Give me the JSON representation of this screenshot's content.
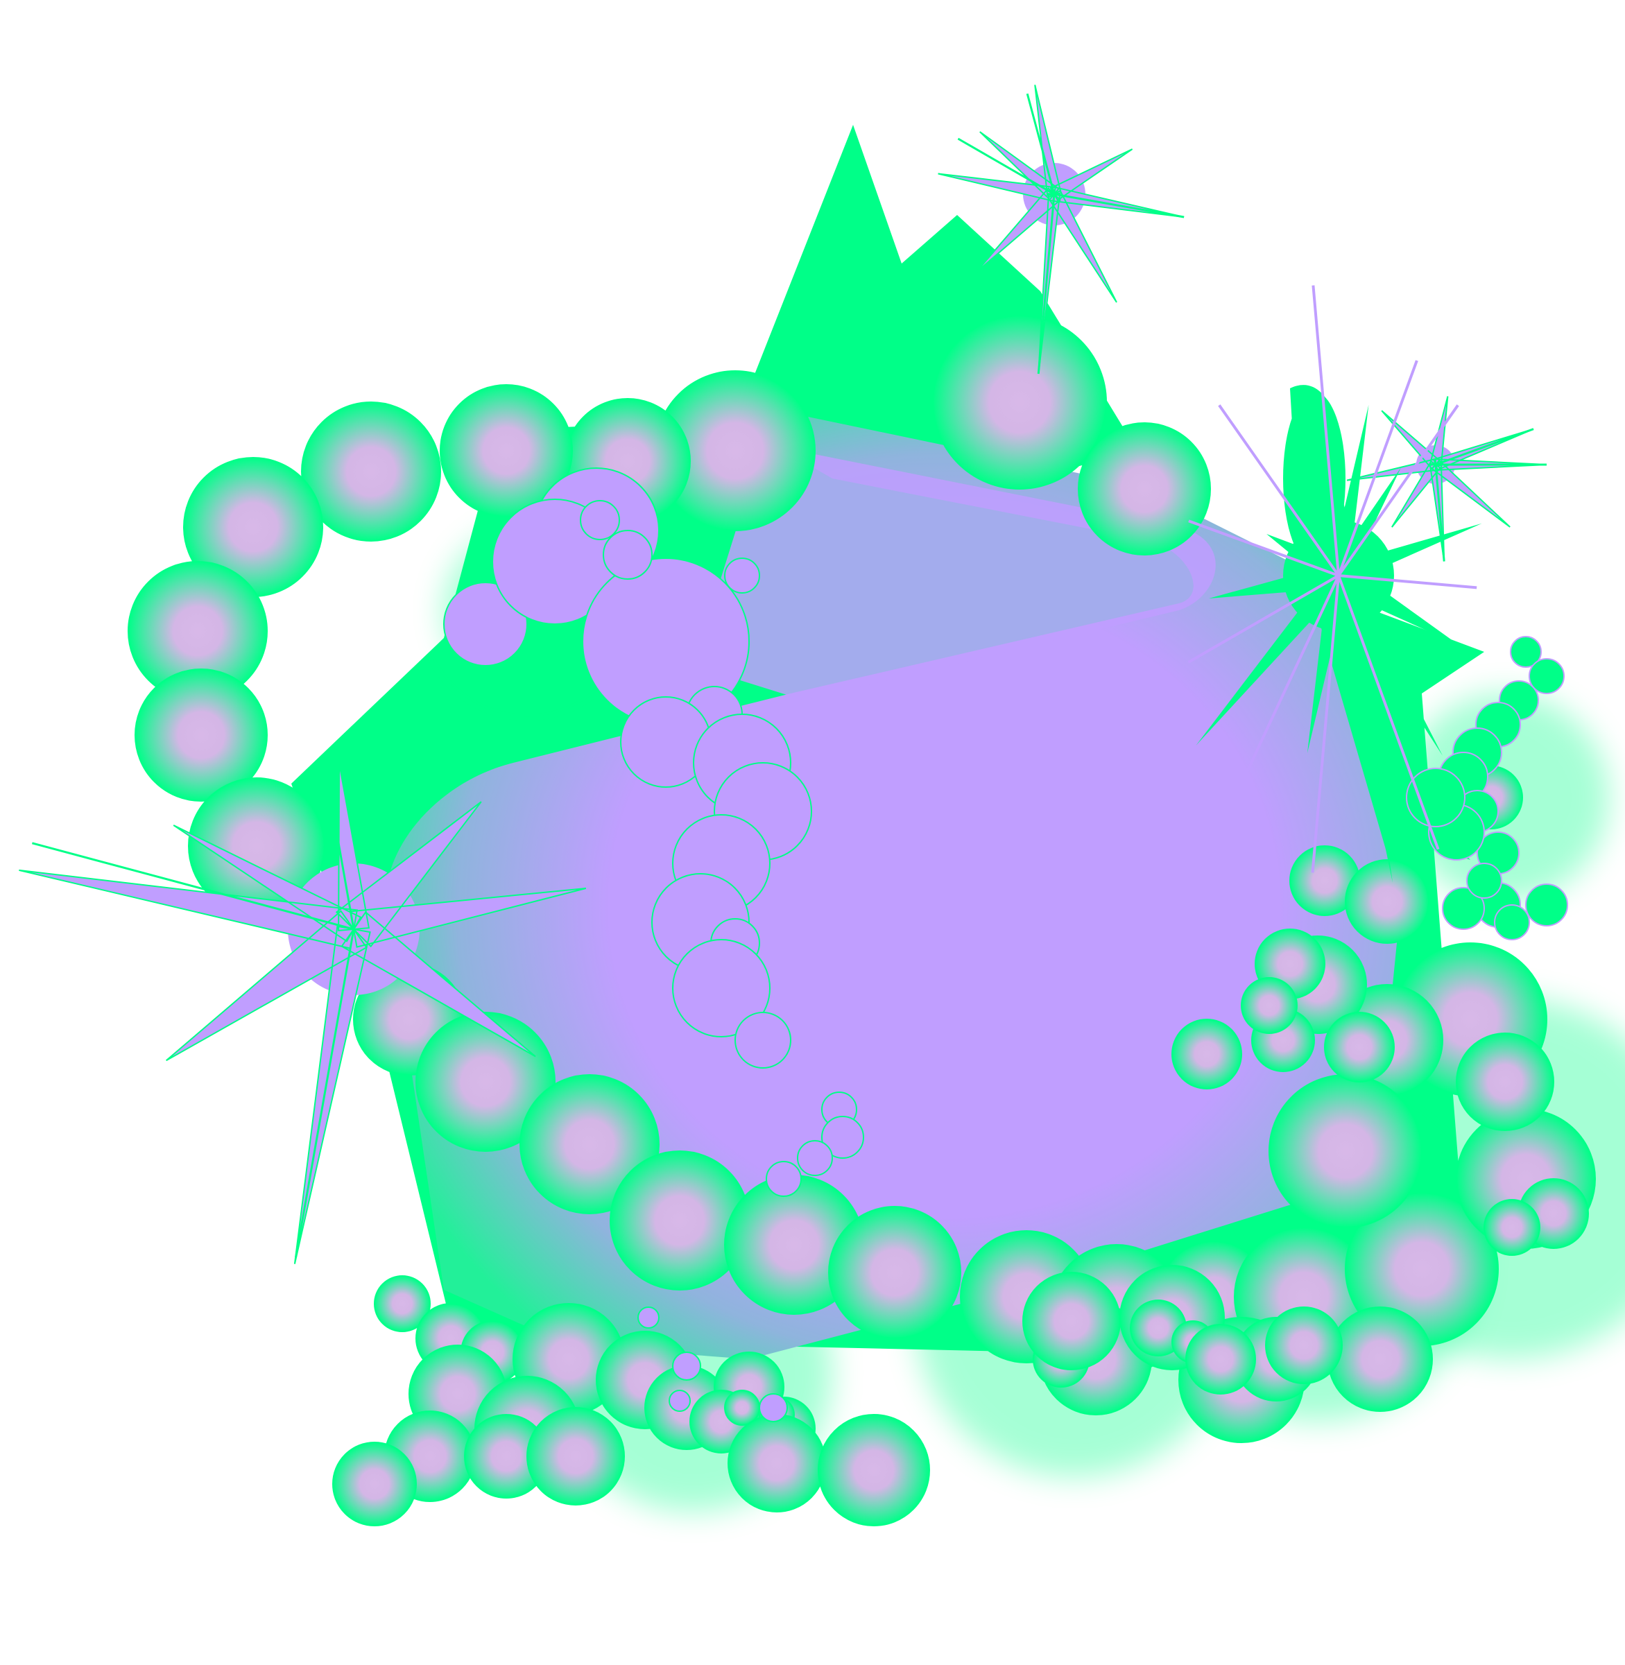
{
  "artwork": {
    "palette": {
      "background": "#ffffff",
      "mint": "#00ff88",
      "lavender": "#c09eff",
      "bubble_core": "#d8b8e8",
      "bubble_rim": "#00ff88",
      "teal_blend": "#66ccbb"
    },
    "motifs": [
      "bubble",
      "sparkle-star",
      "blob"
    ]
  }
}
